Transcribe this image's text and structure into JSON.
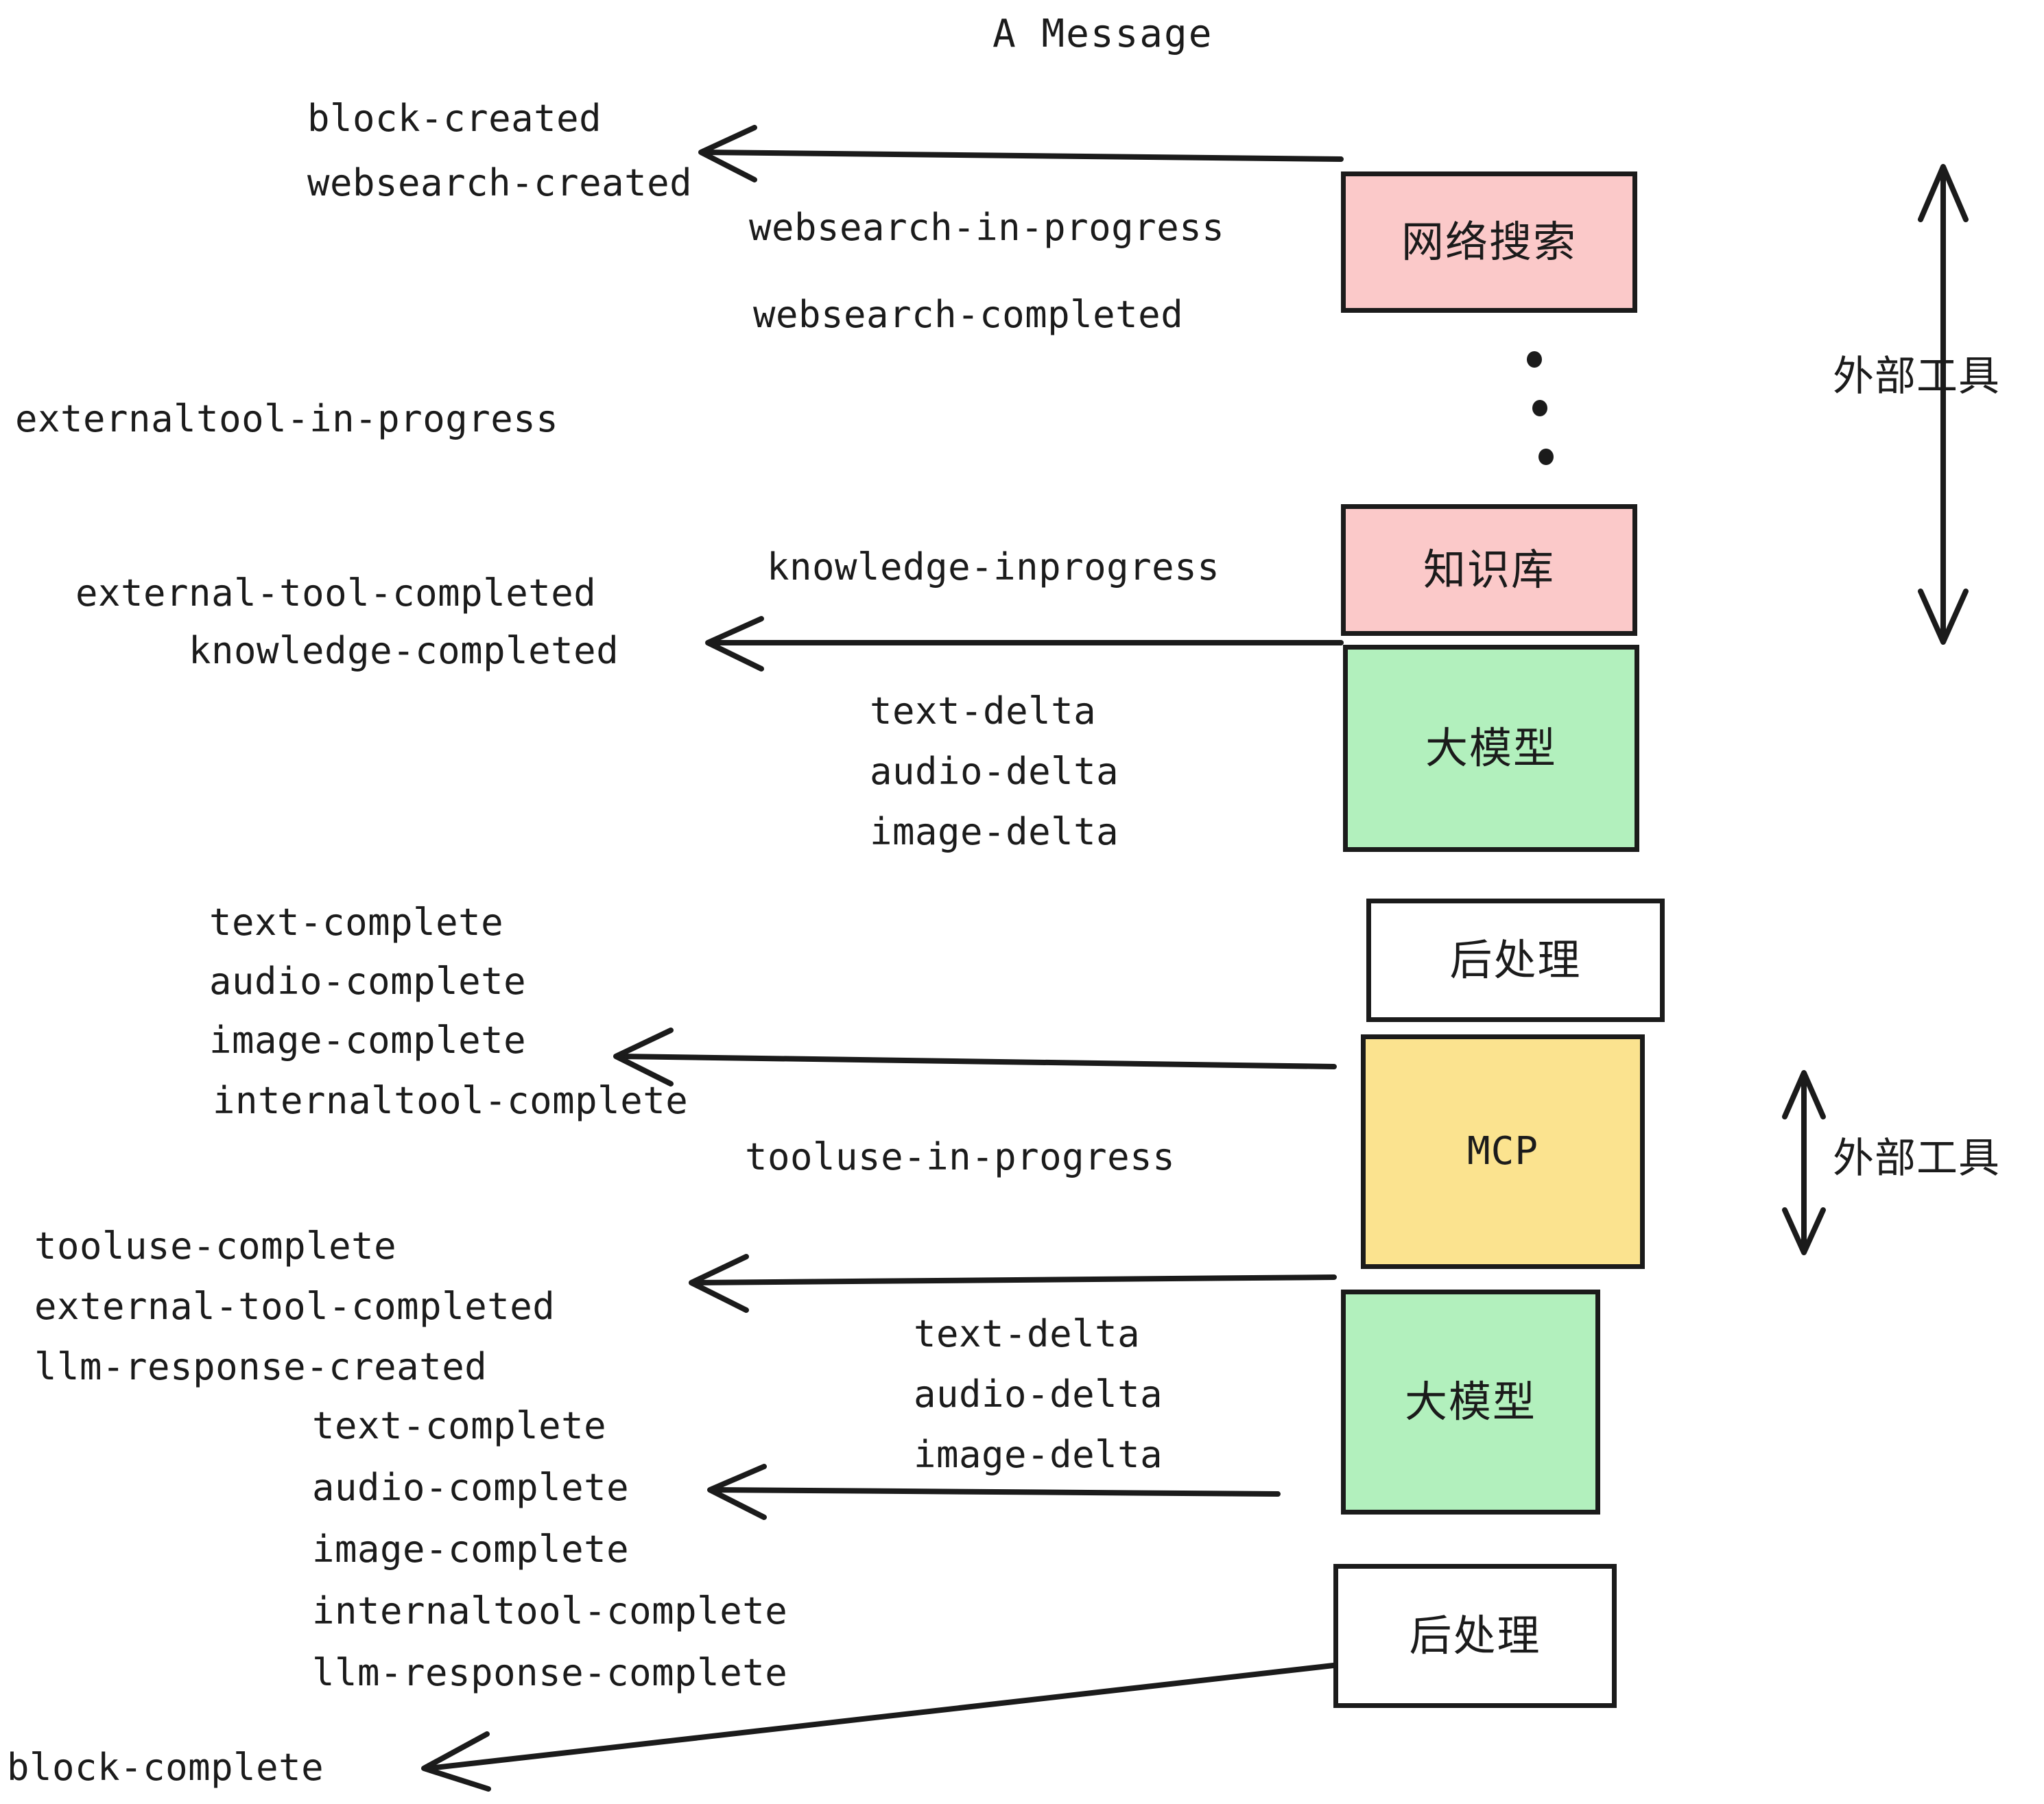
{
  "diagram": {
    "title": "A Message",
    "colors": {
      "pink": "#fbc9c9",
      "green": "#b2f0bd",
      "yellow": "#fbe38f",
      "white": "#ffffff",
      "stroke": "#1b1b1b",
      "text": "#1b1b1b"
    },
    "boxes": [
      {
        "id": "websearch",
        "label": "网络搜索",
        "fill": "#fbc9c9",
        "latin": false
      },
      {
        "id": "knowledge",
        "label": "知识库",
        "fill": "#fbc9c9",
        "latin": false
      },
      {
        "id": "llm-top",
        "label": "大模型",
        "fill": "#b2f0bd",
        "latin": false
      },
      {
        "id": "postprocess-top",
        "label": "后处理",
        "fill": "#ffffff",
        "latin": false
      },
      {
        "id": "mcp",
        "label": "MCP",
        "fill": "#fbe38f",
        "latin": true
      },
      {
        "id": "llm-bottom",
        "label": "大模型",
        "fill": "#b2f0bd",
        "latin": false
      },
      {
        "id": "postprocess-bottom",
        "label": "后处理",
        "fill": "#ffffff",
        "latin": false
      }
    ],
    "side_labels": [
      {
        "id": "external-tools-top",
        "text": "外部工具"
      },
      {
        "id": "external-tools-bottom",
        "text": "外部工具"
      }
    ],
    "events": [
      {
        "id": "block-created",
        "text": "block-created"
      },
      {
        "id": "websearch-created",
        "text": "websearch-created"
      },
      {
        "id": "websearch-in-progress",
        "text": "websearch-in-progress"
      },
      {
        "id": "websearch-completed",
        "text": "websearch-completed"
      },
      {
        "id": "externaltool-in-progress",
        "text": "externaltool-in-progress"
      },
      {
        "id": "knowledge-inprogress",
        "text": "knowledge-inprogress"
      },
      {
        "id": "external-tool-completed-1",
        "text": "external-tool-completed"
      },
      {
        "id": "knowledge-completed",
        "text": "knowledge-completed"
      },
      {
        "id": "text-delta-1",
        "text": "text-delta"
      },
      {
        "id": "audio-delta-1",
        "text": "audio-delta"
      },
      {
        "id": "image-delta-1",
        "text": "image-delta"
      },
      {
        "id": "text-complete-1",
        "text": "text-complete"
      },
      {
        "id": "audio-complete-1",
        "text": "audio-complete"
      },
      {
        "id": "image-complete-1",
        "text": "image-complete"
      },
      {
        "id": "internaltool-complete-1",
        "text": "internaltool-complete"
      },
      {
        "id": "tooluse-in-progress",
        "text": "tooluse-in-progress"
      },
      {
        "id": "tooluse-complete",
        "text": "tooluse-complete"
      },
      {
        "id": "external-tool-completed-2",
        "text": "external-tool-completed"
      },
      {
        "id": "llm-response-created",
        "text": "llm-response-created"
      },
      {
        "id": "text-delta-2",
        "text": "text-delta"
      },
      {
        "id": "audio-delta-2",
        "text": "audio-delta"
      },
      {
        "id": "image-delta-2",
        "text": "image-delta"
      },
      {
        "id": "text-complete-2",
        "text": "text-complete"
      },
      {
        "id": "audio-complete-2",
        "text": "audio-complete"
      },
      {
        "id": "image-complete-2",
        "text": "image-complete"
      },
      {
        "id": "internaltool-complete-2",
        "text": "internaltool-complete"
      },
      {
        "id": "llm-response-complete",
        "text": "llm-response-complete"
      },
      {
        "id": "block-complete",
        "text": "block-complete"
      }
    ]
  }
}
